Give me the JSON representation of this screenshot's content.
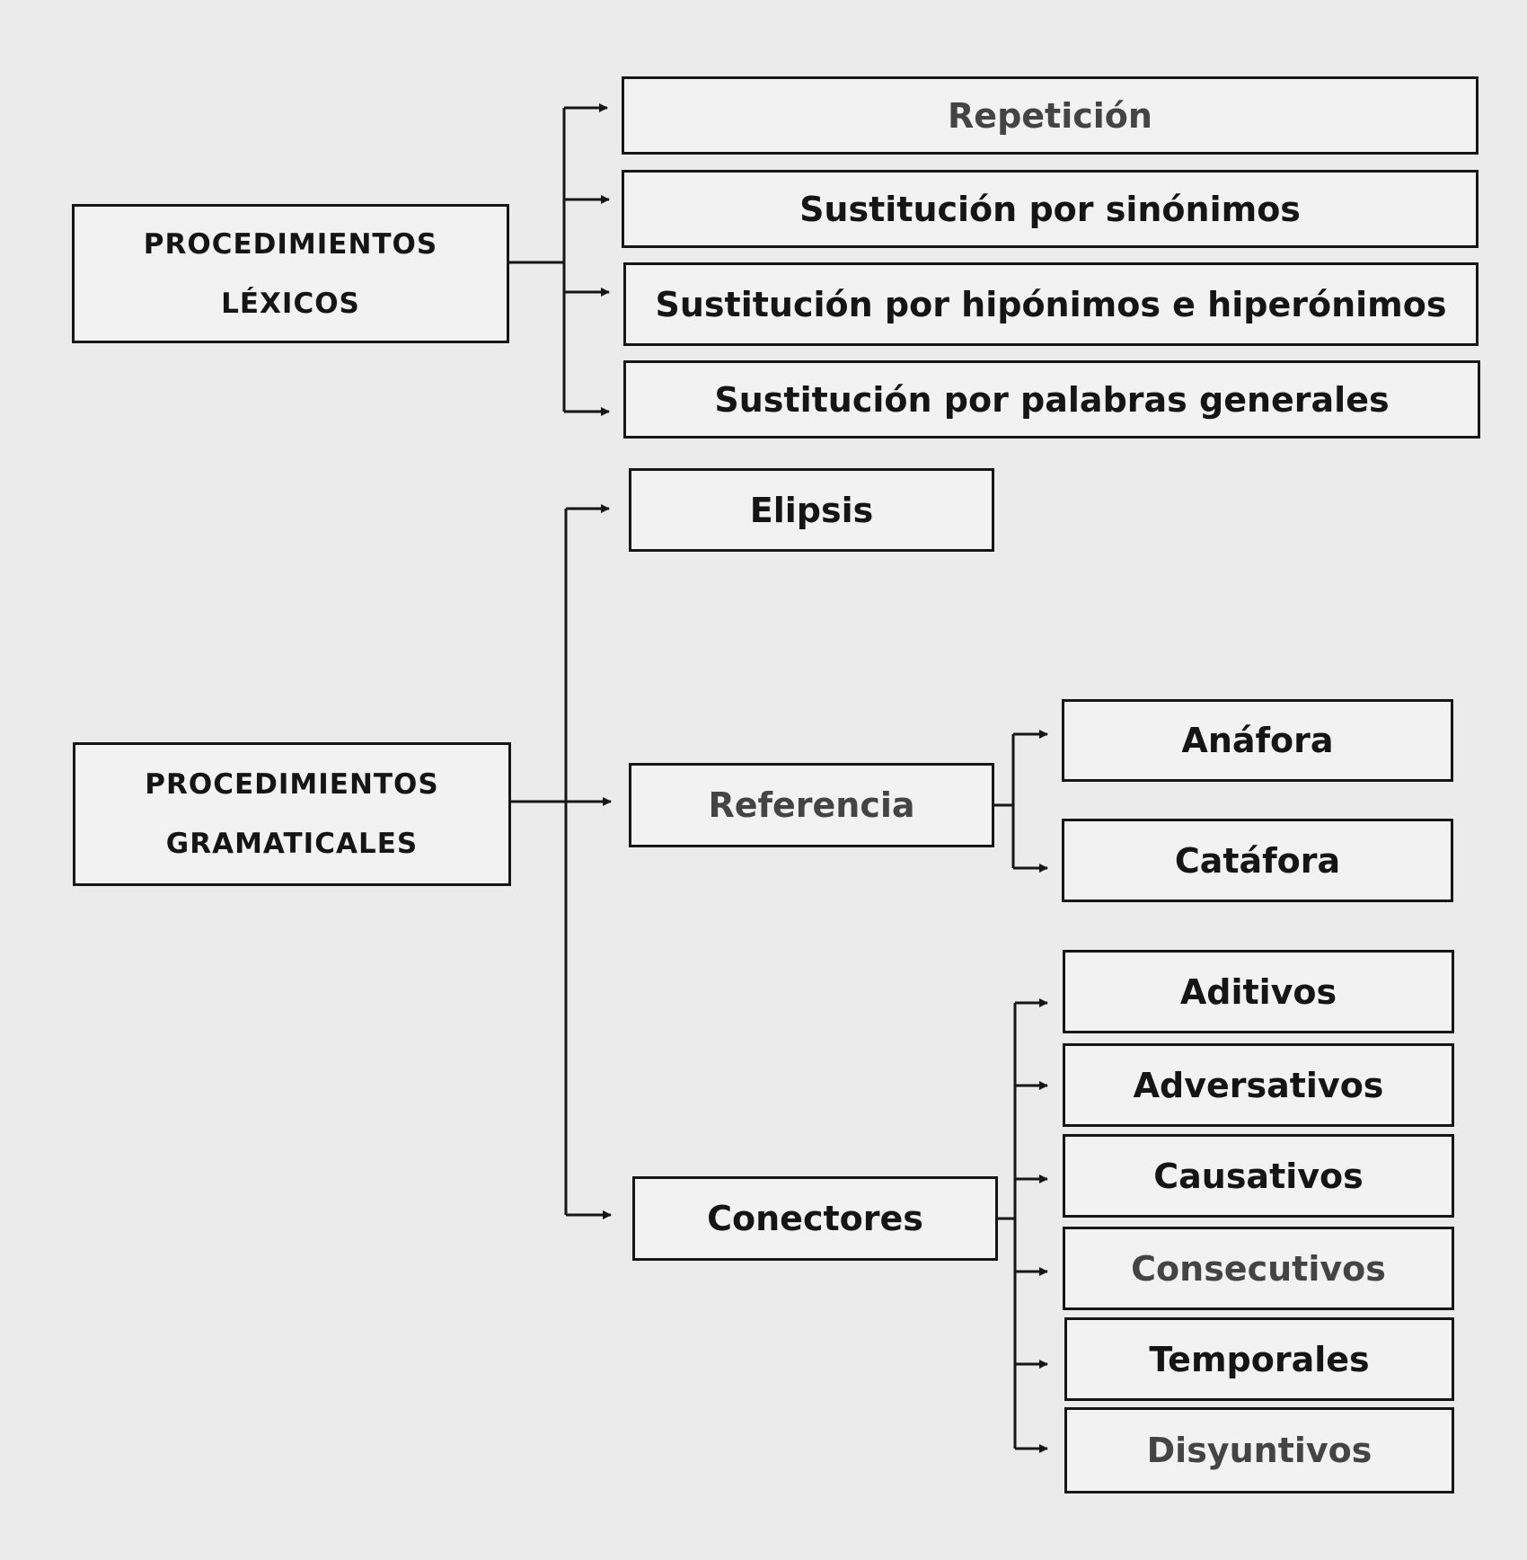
{
  "lexicos": {
    "title_line1": "PROCEDIMIENTOS",
    "title_line2": "LÉXICOS",
    "items": [
      "Repetición",
      "Sustitución por sinónimos",
      "Sustitución por hipónimos e hiperónimos",
      "Sustitución por palabras generales"
    ]
  },
  "gramaticales": {
    "title_line1": "PROCEDIMIENTOS",
    "title_line2": "GRAMATICALES",
    "elipsis": "Elipsis",
    "referencia": {
      "label": "Referencia",
      "items": [
        "Anáfora",
        "Catáfora"
      ]
    },
    "conectores": {
      "label": "Conectores",
      "items": [
        "Aditivos",
        "Adversativos",
        "Causativos",
        "Consecutivos",
        "Temporales",
        "Disyuntivos"
      ]
    }
  }
}
